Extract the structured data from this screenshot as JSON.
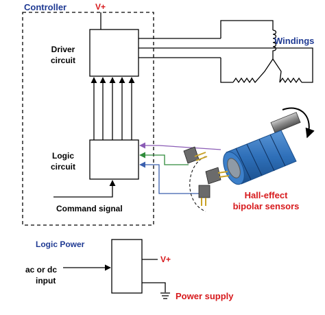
{
  "controller": {
    "title": "Controller",
    "supply": "V+"
  },
  "driver": {
    "label_line1": "Driver",
    "label_line2": "circuit"
  },
  "logic": {
    "label_line1": "Logic",
    "label_line2": "circuit"
  },
  "command": {
    "label": "Command signal"
  },
  "windings": {
    "label": "Windings"
  },
  "sensors": {
    "label_line1": "Hall-effect",
    "label_line2": "bipolar sensors"
  },
  "logic_power": {
    "title": "Logic Power",
    "input_line1": "ac or dc",
    "input_line2": "input",
    "output": "V+",
    "ground_label": "Power supply"
  },
  "colors": {
    "title_blue": "#1f3a93",
    "accent_red": "#d7191c",
    "wire_purple": "#8a5bb5",
    "wire_green": "#2e8b3a",
    "wire_blue": "#3a5fae",
    "rotor_blue": "#2e6fb8"
  },
  "icons": [
    "arrow-icon",
    "ground-icon",
    "coil-icon",
    "rotation-arrow-icon",
    "rotor-icon",
    "hall-sensor-icon"
  ]
}
